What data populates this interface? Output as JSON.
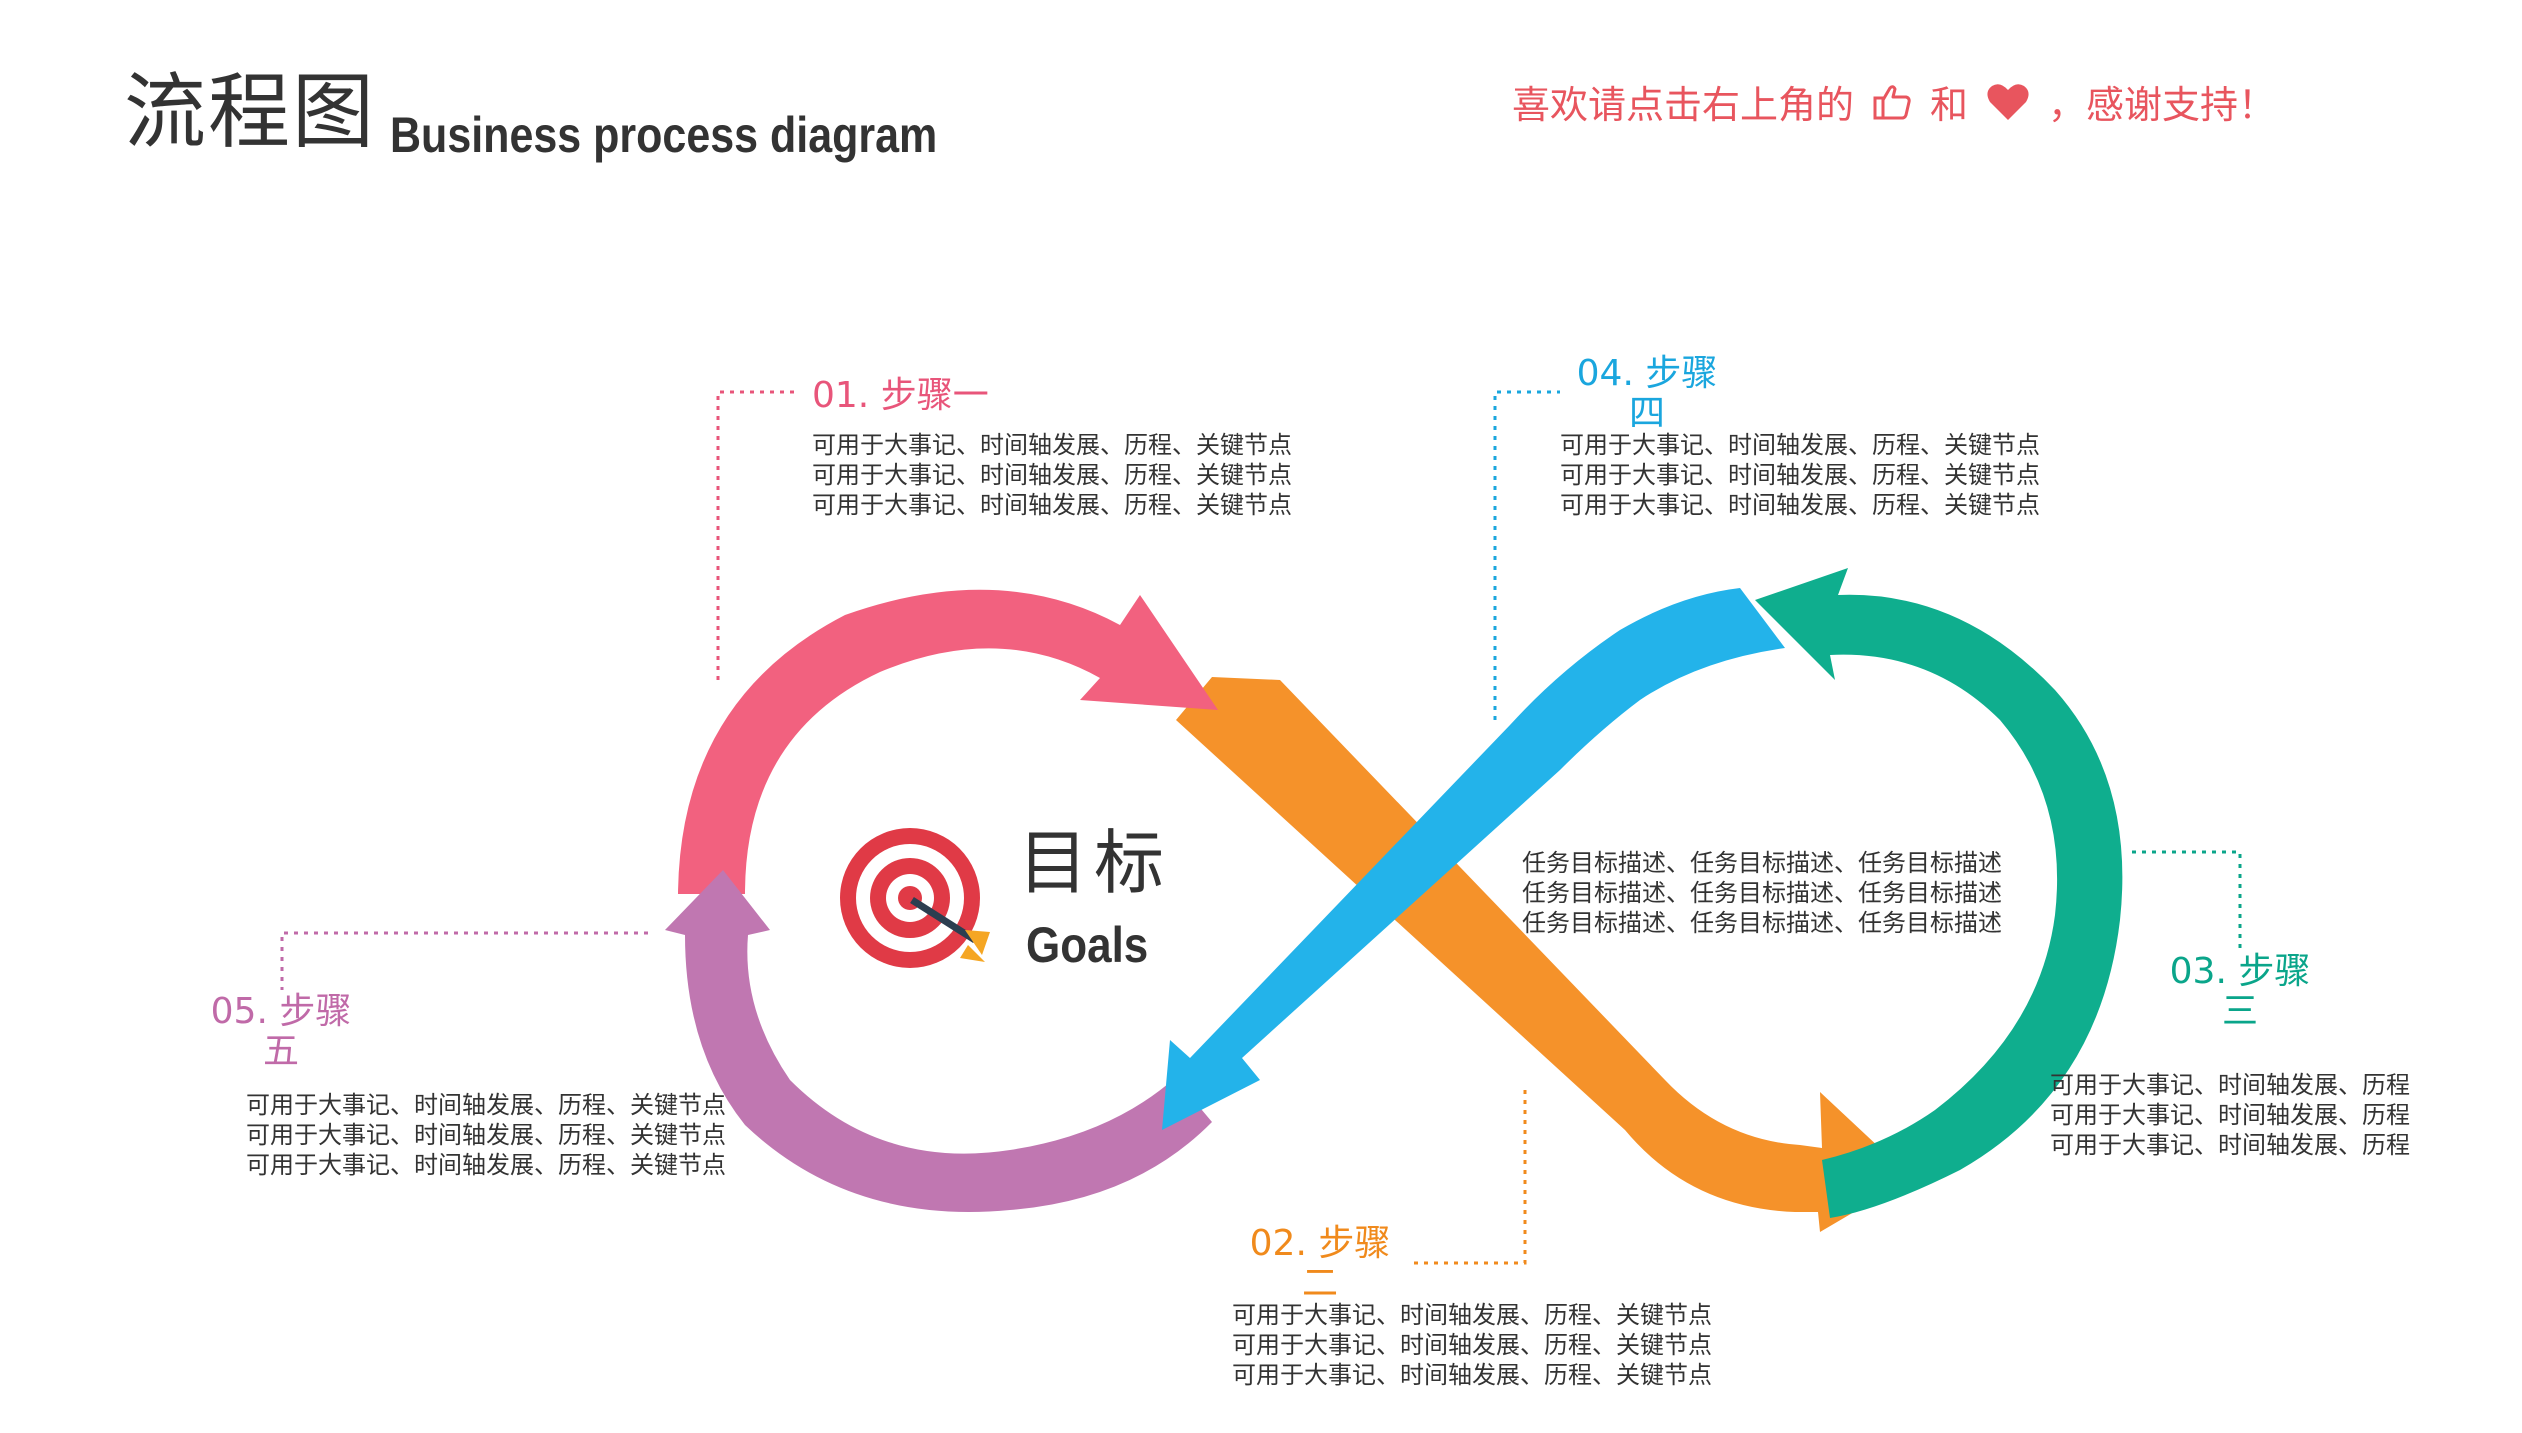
{
  "header": {
    "title_cn": "流程图",
    "title_en": "Business process diagram",
    "like_prefix": "喜欢请点击右上角的",
    "like_and": "和",
    "like_suffix": "，感谢支持！",
    "thumb_icon": "thumbs-up-icon",
    "heart_icon": "heart-icon"
  },
  "center": {
    "icon": "target-icon",
    "title_cn": "目标",
    "title_en": "Goals",
    "description": [
      "任务目标描述、任务目标描述、任务目标描述",
      "任务目标描述、任务目标描述、任务目标描述",
      "任务目标描述、任务目标描述、任务目标描述"
    ]
  },
  "steps": [
    {
      "title": "01. 步骤一",
      "color": "#e8557a",
      "lines": [
        "可用于大事记、时间轴发展、历程、关键节点",
        "可用于大事记、时间轴发展、历程、关键节点",
        "可用于大事记、时间轴发展、历程、关键节点"
      ]
    },
    {
      "title_line1": "02. 步骤",
      "title_line2": "二",
      "color": "#f08a1c",
      "lines": [
        "可用于大事记、时间轴发展、历程、关键节点",
        "可用于大事记、时间轴发展、历程、关键节点",
        "可用于大事记、时间轴发展、历程、关键节点"
      ]
    },
    {
      "title_line1": "03. 步骤",
      "title_line2": "三",
      "color": "#0aa58a",
      "lines": [
        "可用于大事记、时间轴发展、历程",
        "可用于大事记、时间轴发展、历程",
        "可用于大事记、时间轴发展、历程"
      ]
    },
    {
      "title_line1": "04. 步骤",
      "title_line2": "四",
      "color": "#1aa6de",
      "lines": [
        "可用于大事记、时间轴发展、历程、关键节点",
        "可用于大事记、时间轴发展、历程、关键节点",
        "可用于大事记、时间轴发展、历程、关键节点"
      ]
    },
    {
      "title_line1": "05. 步骤",
      "title_line2": "五",
      "color": "#c06aa8",
      "lines": [
        "可用于大事记、时间轴发展、历程、关键节点",
        "可用于大事记、时间轴发展、历程、关键节点",
        "可用于大事记、时间轴发展、历程、关键节点"
      ]
    }
  ],
  "colors": {
    "pink": "#f2617f",
    "orange": "#f5922a",
    "green": "#0fae8e",
    "blue": "#23b3ea",
    "purple": "#c077b1",
    "text_dark": "#333333",
    "like_red": "#e8555e"
  }
}
